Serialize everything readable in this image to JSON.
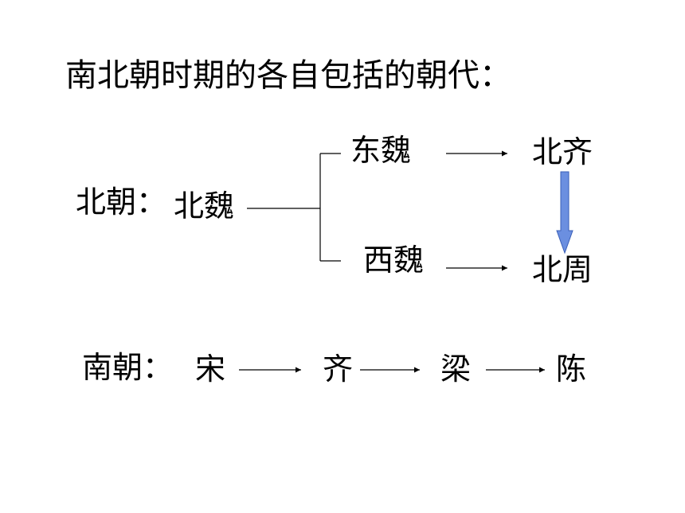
{
  "title": "南北朝时期的各自包括的朝代：",
  "north": {
    "label": "北朝：",
    "root": "北魏",
    "east": "东魏",
    "west": "西魏",
    "north_qi": "北齐",
    "north_zhou": "北周",
    "arrow_color": "#6b8fe0",
    "arrow_border": "#3a5fb8"
  },
  "south": {
    "label": "南朝：",
    "items": [
      "宋",
      "齐",
      "梁",
      "陈"
    ]
  }
}
